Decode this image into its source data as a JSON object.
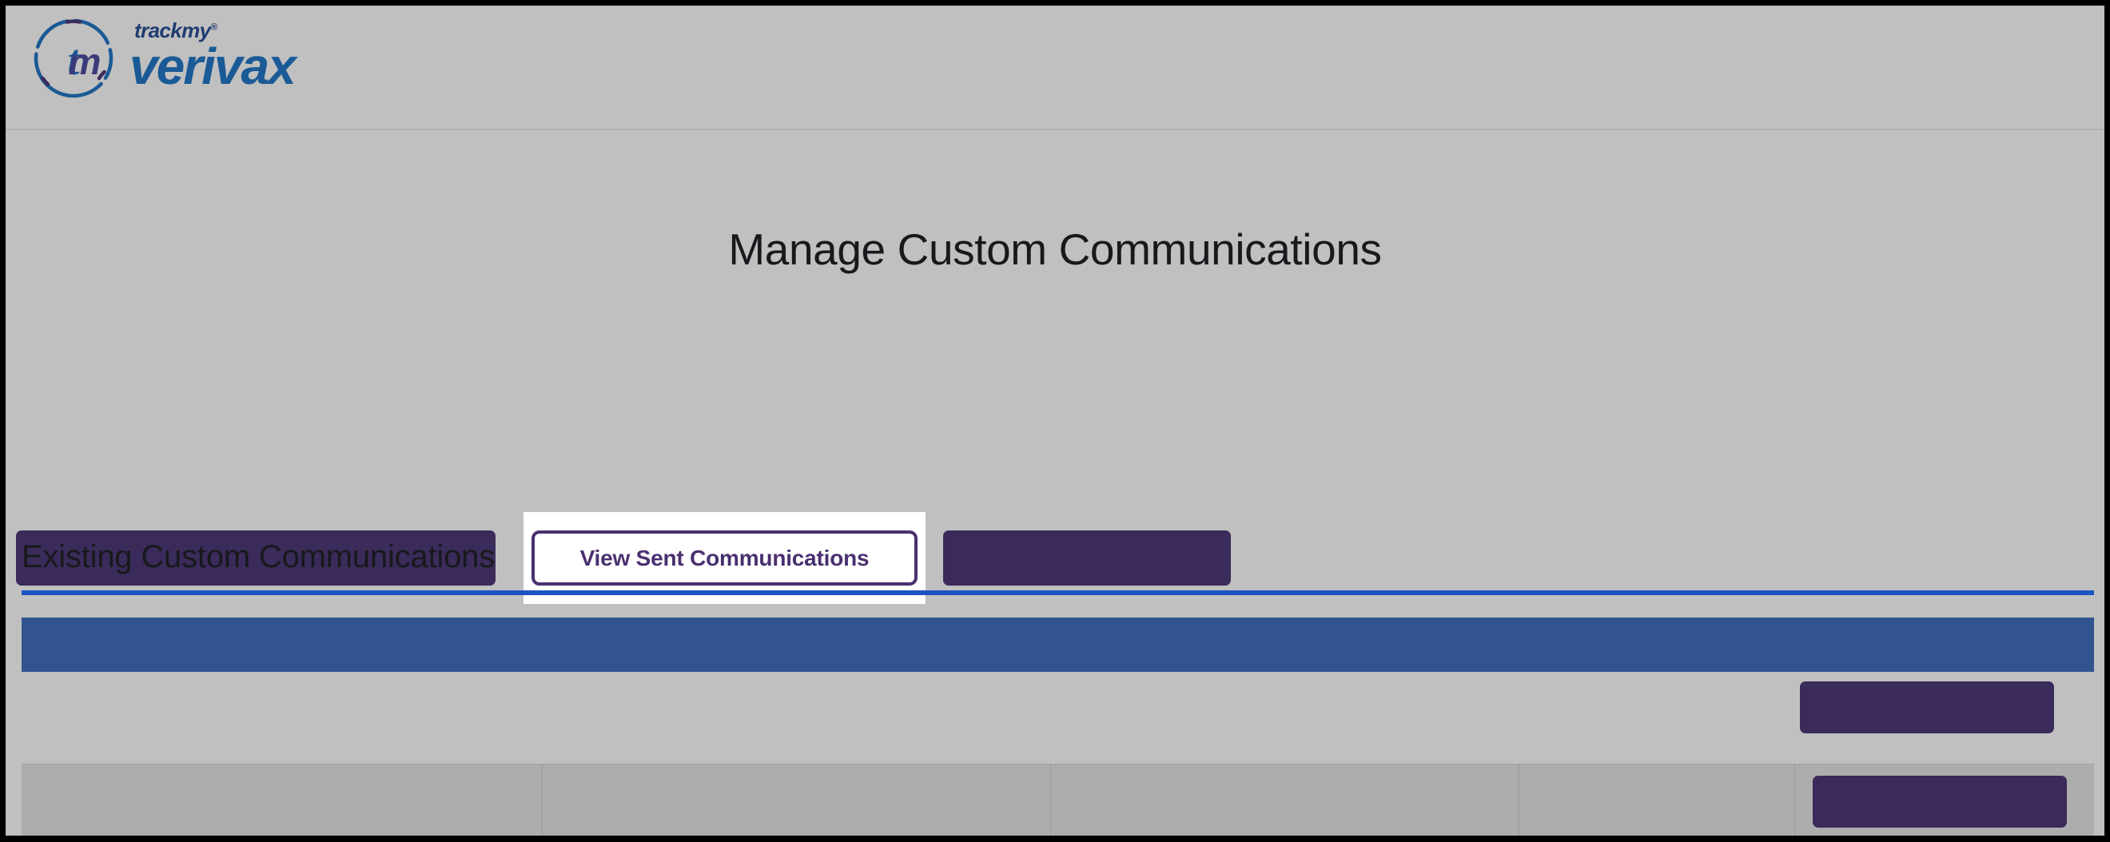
{
  "brand": {
    "logo_icon": "trackmy-circle-tm-logo",
    "name_top": "trackmy",
    "registered_mark": "®",
    "name_main": "verivax"
  },
  "page": {
    "title": "Manage Custom Communications"
  },
  "actions": {
    "button_1_label": "",
    "button_2_label": "View Sent Communications",
    "button_3_label": ""
  },
  "section": {
    "heading": "Existing Custom Communications"
  },
  "table": {
    "toolbar_label": "",
    "row_action_label": "",
    "columns": [
      {
        "label": ""
      },
      {
        "label": ""
      },
      {
        "label": ""
      },
      {
        "label": ""
      },
      {
        "label": ""
      }
    ],
    "cell_action_label": ""
  },
  "colors": {
    "page_background": "#c0c0c0",
    "frame": "#000000",
    "button_purple": "#3a2b5a",
    "button_outline_purple": "#4a3070",
    "toolbar_blue": "#31548f",
    "rule_blue": "#1a54c0",
    "brand_navy": "#1f3b70",
    "brand_blue": "#1a5a96",
    "table_row_gray": "#adadad",
    "focus_highlight": "#ffffff"
  }
}
